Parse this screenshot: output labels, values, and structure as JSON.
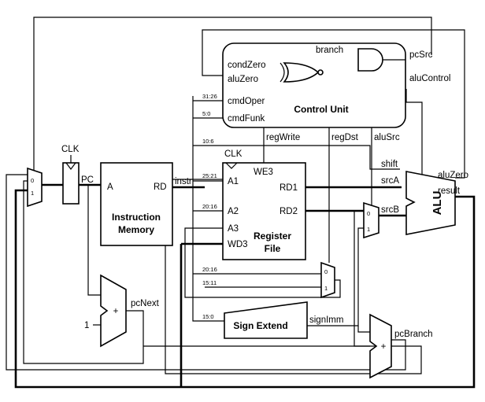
{
  "signals": {
    "clk_pc": "CLK",
    "clk_rf": "CLK",
    "pc": "PC",
    "instr": "instr",
    "pc_next": "pcNext",
    "pc_branch": "pcBranch",
    "sign_imm": "signImm",
    "reg_write": "regWrite",
    "reg_dst": "regDst",
    "alu_src": "aluSrc",
    "shift": "shift",
    "src_a": "srcA",
    "src_b": "srcB",
    "alu_zero": "aluZero",
    "result": "result",
    "pc_src": "pcSrc",
    "alu_control": "aluControl",
    "cond_zero": "condZero",
    "alu_zero_cu": "aluZero",
    "branch": "branch",
    "cmd_oper": "cmdOper",
    "cmd_funk": "cmdFunk"
  },
  "blocks": {
    "control_unit": "Control Unit",
    "instr_mem_1": "Instruction",
    "instr_mem_2": "Memory",
    "reg_file_1": "Register",
    "reg_file_2": "File",
    "sign_extend": "Sign Extend",
    "alu": "ALU"
  },
  "ports": {
    "a": "A",
    "rd": "RD",
    "a1": "A1",
    "a2": "A2",
    "a3": "A3",
    "wd3": "WD3",
    "we3": "WE3",
    "rd1": "RD1",
    "rd2": "RD2",
    "mux_0": "0",
    "mux_1": "1",
    "plus": "+",
    "const_one": "1"
  },
  "bit_fields": {
    "f31_26": "31:26",
    "f5_0": "5:0",
    "f10_6": "10:6",
    "f25_21": "25:21",
    "f20_16_a": "20:16",
    "f20_16_b": "20:16",
    "f15_11": "15:11",
    "f15_0": "15:0"
  }
}
